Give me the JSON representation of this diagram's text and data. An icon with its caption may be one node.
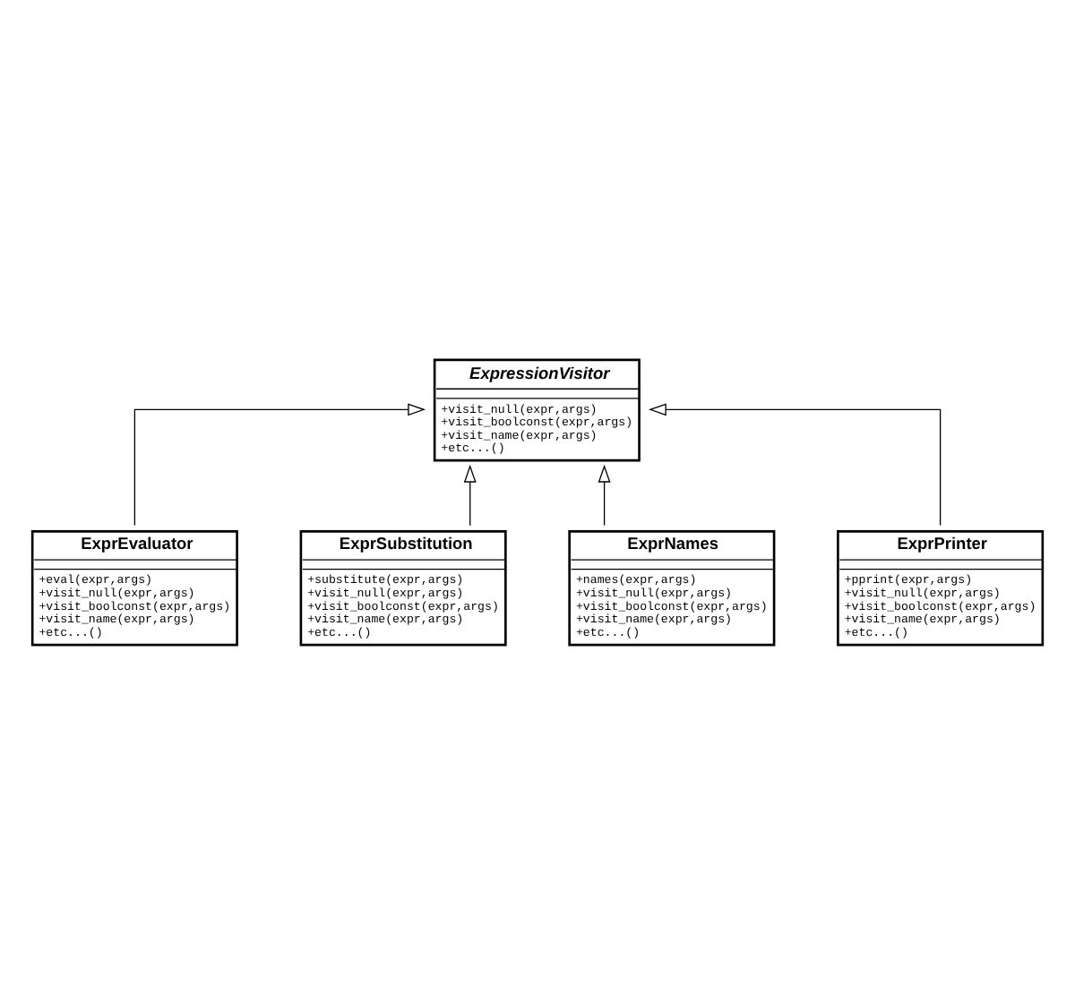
{
  "diagram": {
    "nodes": [
      {
        "text": [
          "ExpressionVisitor",
          "+visit_null(expr,args)",
          "+visit_boolconst(expr,args)",
          "+visit_name(expr,args)",
          "+etc...()"
        ]
      },
      {
        "text": [
          "ExprEvaluator",
          "+eval(expr,args)",
          "+visit_null(expr,args)",
          "+visit_boolconst(expr,args)",
          "+visit_name(expr,args)",
          "+etc...()"
        ]
      },
      {
        "text": [
          "ExprSubstitution",
          "+substitute(expr,args)",
          "+visit_null(expr,args)",
          "+visit_boolconst(expr,args)",
          "+visit_name(expr,args)",
          "+etc...()"
        ]
      },
      {
        "text": [
          "ExprNames",
          "+names(expr,args)",
          "+visit_null(expr,args)",
          "+visit_boolconst(expr,args)",
          "+visit_name(expr,args)",
          "+etc...()"
        ]
      },
      {
        "text": [
          "ExprPrinter",
          "+pprint(expr,args)",
          "+visit_null(expr,args)",
          "+visit_boolconst(expr,args)",
          "+visit_name(expr,args)",
          "+etc...()"
        ]
      }
    ],
    "edges": [
      {
        "from": 1,
        "to": 0,
        "arrow": "to"
      },
      {
        "from": 2,
        "to": 0,
        "arrow": "to"
      },
      {
        "from": 3,
        "to": 0,
        "arrow": "to"
      },
      {
        "from": 4,
        "to": 0,
        "arrow": "to"
      }
    ]
  }
}
